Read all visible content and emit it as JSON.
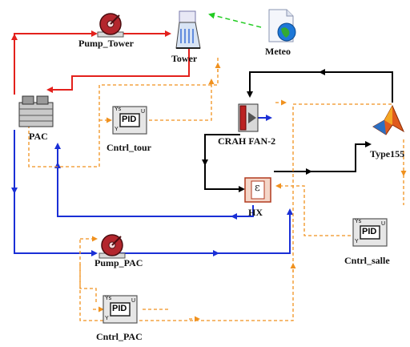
{
  "colors": {
    "hot_loop": "#e3211c",
    "cold_loop": "#1a2fd6",
    "air_loop": "#000000",
    "control": "#f0911e",
    "weather": "#22cc22"
  },
  "components": {
    "pump_tower": {
      "label": "Pump_Tower",
      "icon": "pump-icon"
    },
    "tower": {
      "label": "Tower",
      "icon": "cooling-tower-icon"
    },
    "meteo": {
      "label": "Meteo",
      "icon": "weather-file-icon"
    },
    "pac": {
      "label": "PAC",
      "icon": "chiller-icon"
    },
    "cntrl_tour": {
      "label": "Cntrl_tour",
      "icon": "pid-controller-icon",
      "block_text": "PID",
      "port_ys": "Ys",
      "port_u": "U",
      "port_y": "Y"
    },
    "crah": {
      "label": "CRAH FAN-2",
      "icon": "crah-fan-icon"
    },
    "type155": {
      "label": "Type155",
      "icon": "matlab-icon"
    },
    "hx": {
      "label": "HX",
      "icon": "heat-exchanger-icon",
      "symbol": "ε"
    },
    "cntrl_salle": {
      "label": "Cntrl_salle",
      "icon": "pid-controller-icon",
      "block_text": "PID",
      "port_ys": "Ys",
      "port_u": "U",
      "port_y": "Y"
    },
    "pump_pac": {
      "label": "Pump_PAC",
      "icon": "pump-icon"
    },
    "cntrl_pac": {
      "label": "Cntrl_PAC",
      "icon": "pid-controller-icon",
      "block_text": "PID",
      "port_ys": "Ys",
      "port_u": "U",
      "port_y": "Y"
    }
  }
}
